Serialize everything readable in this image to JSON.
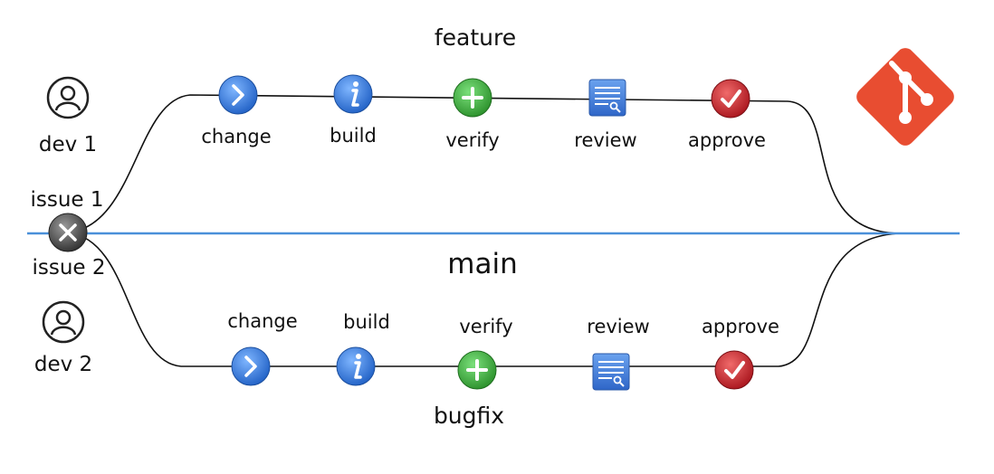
{
  "labels": {
    "feature": "feature",
    "main": "main",
    "bugfix": "bugfix",
    "dev1": "dev 1",
    "dev2": "dev 2",
    "issue1": "issue 1",
    "issue2": "issue 2"
  },
  "top_steps": [
    "change",
    "build",
    "verify",
    "review",
    "approve"
  ],
  "bottom_steps": [
    "change",
    "build",
    "verify",
    "review",
    "approve"
  ],
  "icons": {
    "user": "user-icon",
    "start": "close-icon",
    "change": "chevron-right-icon",
    "build": "info-icon",
    "verify": "plus-icon",
    "review": "document-search-icon",
    "approve": "checkmark-icon",
    "logo": "git-logo-icon"
  },
  "colors": {
    "main_line": "#4a90d9",
    "branch_line": "#111111",
    "change": "#3b82e0",
    "build": "#2f72d6",
    "verify": "#3ca83c",
    "review": "#3d7bd8",
    "approve": "#c8232c",
    "git_logo": "#e84d31",
    "start_node": "#4a4a4a"
  }
}
